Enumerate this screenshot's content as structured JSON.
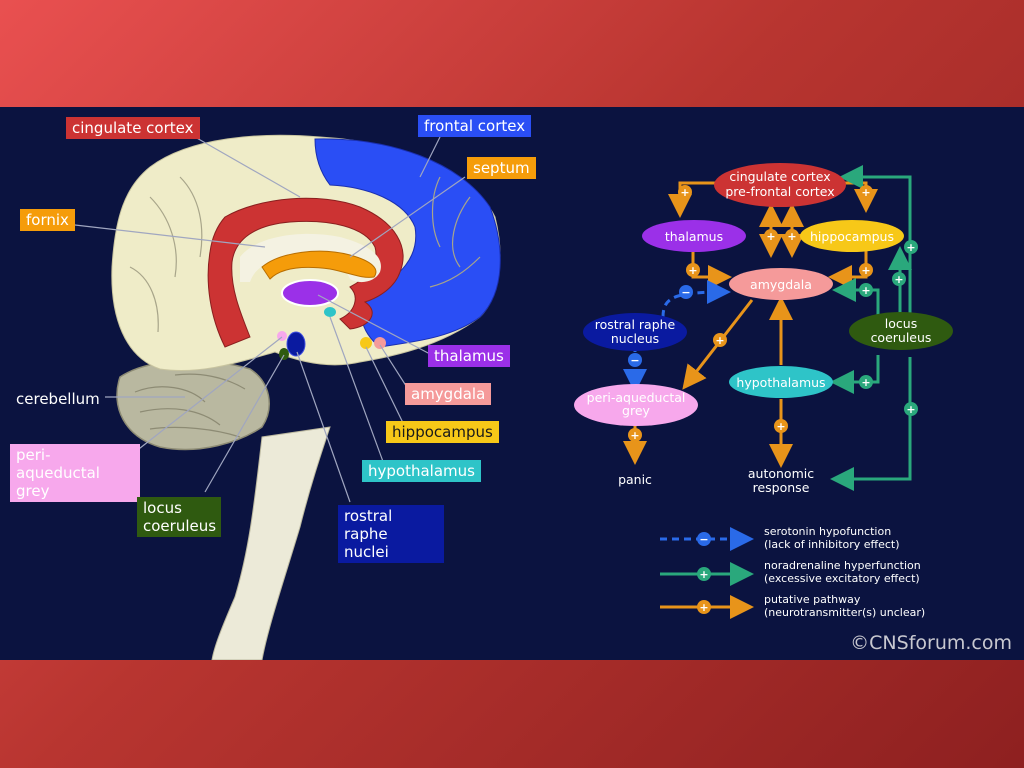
{
  "brain_labels": {
    "cingulate_cortex": "cingulate cortex",
    "frontal_cortex": "frontal cortex",
    "septum": "septum",
    "fornix": "fornix",
    "thalamus": "thalamus",
    "amygdala": "amygdala",
    "hippocampus": "hippocampus",
    "hypothalamus": "hypothalamus",
    "rostral_raphe_line1": "rostral raphe",
    "rostral_raphe_line2": "nuclei",
    "cerebellum": "cerebellum",
    "peri_line1": "peri-aqueductal",
    "peri_line2": "grey",
    "locus_line1": "locus",
    "locus_line2": "coeruleus"
  },
  "pathway_nodes": {
    "cingulate_line1": "cingulate cortex",
    "cingulate_line2": "pre-frontal cortex",
    "thalamus": "thalamus",
    "hippocampus": "hippocampus",
    "amygdala": "amygdala",
    "raphe_line1": "rostral raphe",
    "raphe_line2": "nucleus",
    "locus_line1": "locus",
    "locus_line2": "coeruleus",
    "peri_line1": "peri-aqueductal",
    "peri_line2": "grey",
    "hypothalamus": "hypothalamus",
    "panic": "panic",
    "autonomic_line1": "autonomic",
    "autonomic_line2": "response"
  },
  "legend": {
    "serotonin_line1": "serotonin hypofunction",
    "serotonin_line2": "(lack of inhibitory effect)",
    "noradrenaline_line1": "noradrenaline hyperfunction",
    "noradrenaline_line2": "(excessive excitatory effect)",
    "putative_line1": "putative pathway",
    "putative_line2": "(neurotransmitter(s) unclear)"
  },
  "copyright": "©CNSforum.com",
  "colors": {
    "cingulate": "#cc3333",
    "frontal": "#2a4ef5",
    "septum": "#f59c0a",
    "fornix": "#f59c0a",
    "thalamus": "#9b30e8",
    "amygdala": "#f59a9a",
    "hippocampus": "#f7c818",
    "hypothalamus": "#2ec4c8",
    "raphe": "#0a1aa0",
    "peri": "#f7a8ec",
    "locus": "#2f5a10",
    "serotonin_arrow": "#2a6ae8",
    "noradrenaline_arrow": "#2aa87c",
    "putative_arrow": "#e8941a"
  }
}
